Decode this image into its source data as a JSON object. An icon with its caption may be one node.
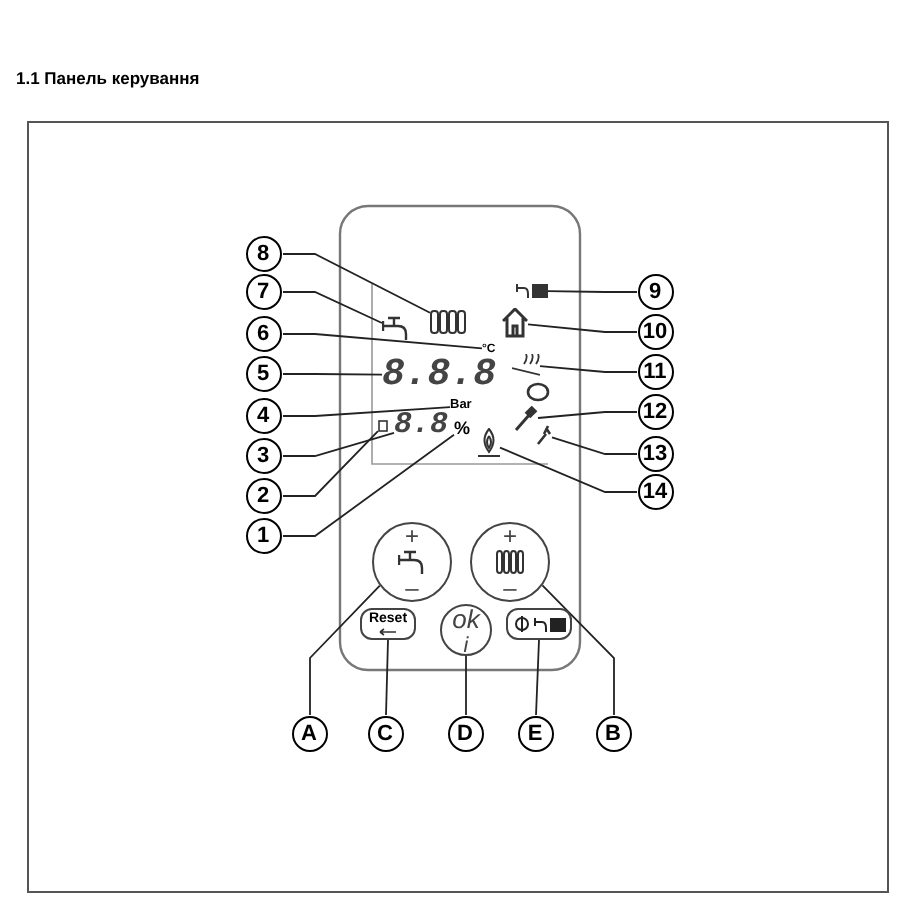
{
  "diagram": {
    "title": "1.1 Панель керування",
    "nodes": [
      {
        "text": [
          "1"
        ]
      },
      {
        "text": [
          "2"
        ]
      },
      {
        "text": [
          "3"
        ]
      },
      {
        "text": [
          "4"
        ]
      },
      {
        "text": [
          "5"
        ]
      },
      {
        "text": [
          "6"
        ]
      },
      {
        "text": [
          "7"
        ]
      },
      {
        "text": [
          "8"
        ]
      },
      {
        "text": [
          "9"
        ]
      },
      {
        "text": [
          "10"
        ]
      },
      {
        "text": [
          "11"
        ]
      },
      {
        "text": [
          "12"
        ]
      },
      {
        "text": [
          "13"
        ]
      },
      {
        "text": [
          "14"
        ]
      },
      {
        "text": [
          "A"
        ]
      },
      {
        "text": [
          "C"
        ]
      },
      {
        "text": [
          "D"
        ]
      },
      {
        "text": [
          "E"
        ]
      },
      {
        "text": [
          "B"
        ]
      },
      {
        "text": [
          "+",
          "–"
        ]
      },
      {
        "text": [
          "+",
          "–"
        ]
      },
      {
        "text": [
          "Reset"
        ]
      },
      {
        "text": [
          "ok$_{i}$"
        ]
      },
      {
        "text": [],
        "shape": "box"
      },
      {
        "text": [
          "%"
        ]
      },
      {
        "text": [],
        "shape": "square"
      },
      {
        "text": [
          "8.8"
        ]
      },
      {
        "text": [
          "Bar"
        ]
      },
      {
        "text": [
          "8.8.8"
        ]
      },
      {
        "text": [
          "°C"
        ]
      },
      {
        "text": [],
        "shape": "tap"
      },
      {
        "text": [],
        "shape": "radiator"
      },
      {
        "text": [],
        "shape": "tap-radiator"
      },
      {
        "text": [],
        "shape": "house"
      },
      {
        "text": [],
        "shape": "waves"
      },
      {
        "text": [],
        "shape": "brush"
      },
      {
        "text": [],
        "shape": "wrench"
      },
      {
        "text": [],
        "shape": "flame"
      }
    ],
    "edges": [
      {
        "from": 0,
        "to": 24,
        "arrow": "none"
      },
      {
        "from": 1,
        "to": 25,
        "arrow": "none"
      },
      {
        "from": 2,
        "to": 26,
        "arrow": "none"
      },
      {
        "from": 3,
        "to": 27,
        "arrow": "none"
      },
      {
        "from": 4,
        "to": 28,
        "arrow": "none"
      },
      {
        "from": 5,
        "to": 29,
        "arrow": "none"
      },
      {
        "from": 6,
        "to": 30,
        "arrow": "none"
      },
      {
        "from": 7,
        "to": 31,
        "arrow": "none"
      },
      {
        "from": 8,
        "to": 32,
        "arrow": "none"
      },
      {
        "from": 9,
        "to": 33,
        "arrow": "none"
      },
      {
        "from": 10,
        "to": 34,
        "arrow": "none"
      },
      {
        "from": 11,
        "to": 35,
        "arrow": "none"
      },
      {
        "from": 12,
        "to": 36,
        "arrow": "none"
      },
      {
        "from": 13,
        "to": 37,
        "arrow": "none"
      },
      {
        "from": 14,
        "to": 19,
        "arrow": "none"
      },
      {
        "from": 15,
        "to": 21,
        "arrow": "none"
      },
      {
        "from": 16,
        "to": 22,
        "arrow": "none"
      },
      {
        "from": 17,
        "to": 23,
        "arrow": "none"
      },
      {
        "from": 18,
        "to": 20,
        "arrow": "none"
      }
    ]
  }
}
